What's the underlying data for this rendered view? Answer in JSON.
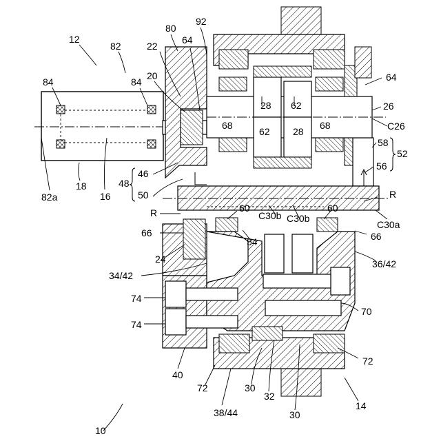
{
  "labels": {
    "l12": "12",
    "l82": "82",
    "l80": "80",
    "l92": "92",
    "l22": "22",
    "l64_top_left": "64",
    "l20": "20",
    "l84_left": "84",
    "l84_right": "84",
    "l82a": "82a",
    "l18": "18",
    "l16": "16",
    "l46": "46",
    "l48": "48",
    "l50": "50",
    "lR_left": "R",
    "l60_left": "60",
    "lC30b_left": "C30b",
    "lC30b_right": "C30b",
    "l60_right": "60",
    "lR_right": "R",
    "lC30a": "C30a",
    "l66_left": "66",
    "l54": "54",
    "l66_right": "66",
    "l24": "24",
    "l36_42": "36/42",
    "l34_42": "34/42",
    "l74_top": "74",
    "l74_bottom": "74",
    "l70": "70",
    "l40": "40",
    "l72_right": "72",
    "l72_left": "72",
    "l30_a": "30",
    "l32": "32",
    "l38_44": "38/44",
    "l30_b": "30",
    "l14": "14",
    "l10": "10",
    "l28_top": "28",
    "l62_top": "62",
    "l68_left": "68",
    "l62_mid": "62",
    "l28_mid": "28",
    "l68_right": "68",
    "l64_right": "64",
    "l26": "26",
    "lC26": "C26",
    "l58": "58",
    "l52": "52",
    "l56": "56"
  }
}
